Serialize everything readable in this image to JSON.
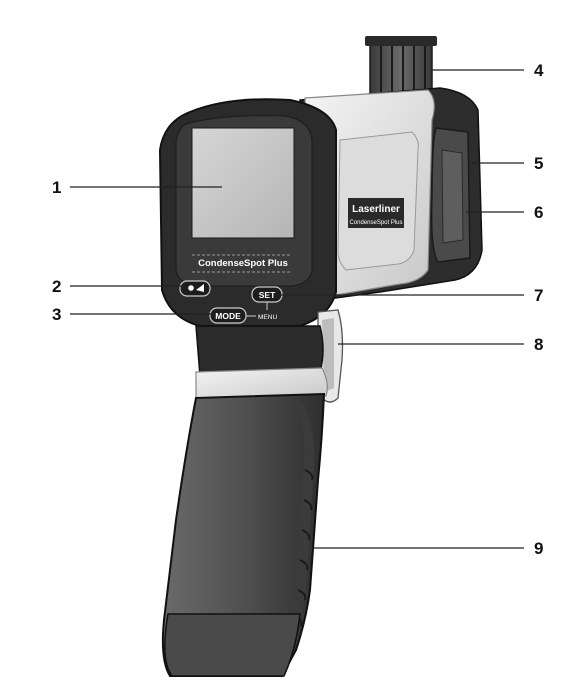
{
  "device": {
    "brand": "Laserliner",
    "model_screen": "CondenseSpot Plus",
    "model_sensor": "CondenseSpot Plus",
    "buttons": {
      "set": "SET",
      "mode": "MODE",
      "menu": "MENU"
    }
  },
  "callouts": [
    {
      "id": "1"
    },
    {
      "id": "2"
    },
    {
      "id": "3"
    },
    {
      "id": "4"
    },
    {
      "id": "5"
    },
    {
      "id": "6"
    },
    {
      "id": "7"
    },
    {
      "id": "8"
    },
    {
      "id": "9"
    }
  ],
  "colors": {
    "body_dark": "#2b2b2b",
    "body_mid": "#4a4a4a",
    "screen": "#c9c9c9",
    "silver": "#e4e4e4",
    "grip": "#5a5a5a",
    "line": "#222222"
  }
}
